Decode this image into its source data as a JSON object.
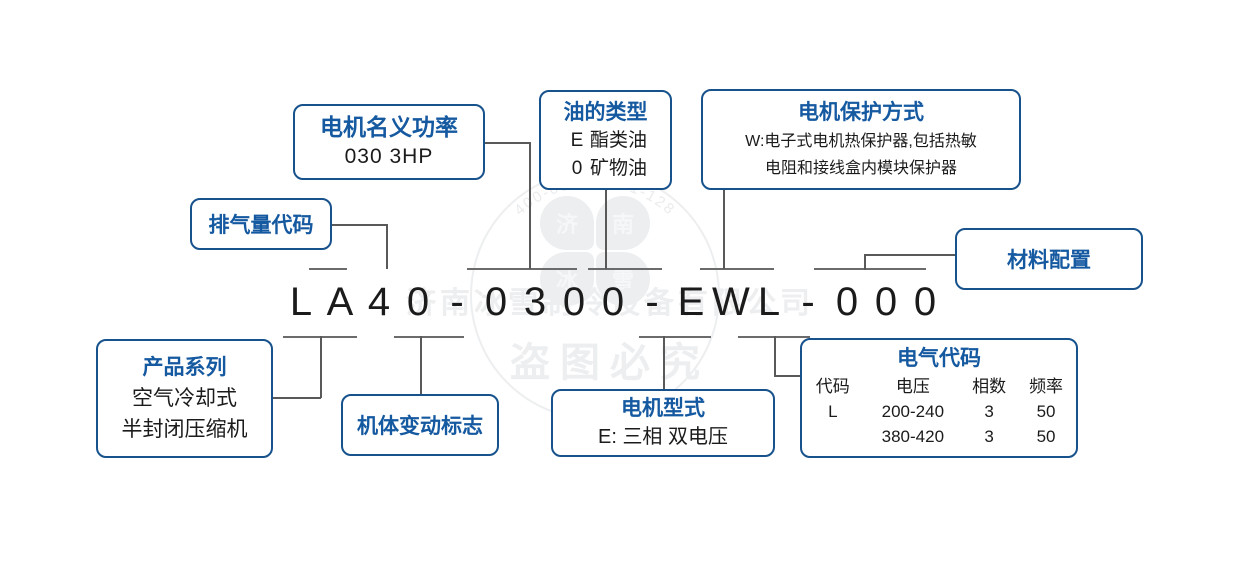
{
  "code": {
    "label": "model-code",
    "characters": [
      "L",
      "A",
      "4",
      "0",
      "-",
      "0",
      "3",
      "0",
      "0",
      "-",
      "E",
      "W",
      "L",
      "-",
      "0",
      "0",
      "0"
    ],
    "full": "LA40-0300-EWL-000"
  },
  "callouts": {
    "displacement": {
      "title": "排气量代码"
    },
    "power": {
      "title": "电机名义功率",
      "value": "030    3HP"
    },
    "oil": {
      "title": "油的类型",
      "rows": [
        {
          "code": "E",
          "desc": "酯类油"
        },
        {
          "code": "0",
          "desc": "矿物油"
        }
      ]
    },
    "protection": {
      "title": "电机保护方式",
      "line1": "W:电子式电机热保护器,包括热敏",
      "line2": "电阻和接线盒内模块保护器"
    },
    "material": {
      "title": "材料配置"
    },
    "series": {
      "title": "产品系列",
      "line1": "空气冷却式",
      "line2": "半封闭压缩机"
    },
    "body_change": {
      "title": "机体变动标志"
    },
    "motor_type": {
      "title": "电机型式",
      "value": "E: 三相 双电压"
    },
    "electrical": {
      "title": "电气代码",
      "headers": [
        "代码",
        "电压",
        "相数",
        "频率"
      ],
      "rows": [
        [
          "L",
          "200-240",
          "3",
          "50"
        ],
        [
          "",
          "380-420",
          "3",
          "50"
        ]
      ]
    }
  },
  "watermark": {
    "arc_top": "400-0531-0531-128",
    "flower": [
      "济",
      "南",
      "冰",
      "雪"
    ],
    "company": "济南冰雪制冷设备有限公司",
    "warning": "盗图必究"
  },
  "colors": {
    "border": "#17528c",
    "title": "#1559a0",
    "text": "#1b1b1b",
    "leader": "#595959",
    "watermark": "#eceef0"
  }
}
